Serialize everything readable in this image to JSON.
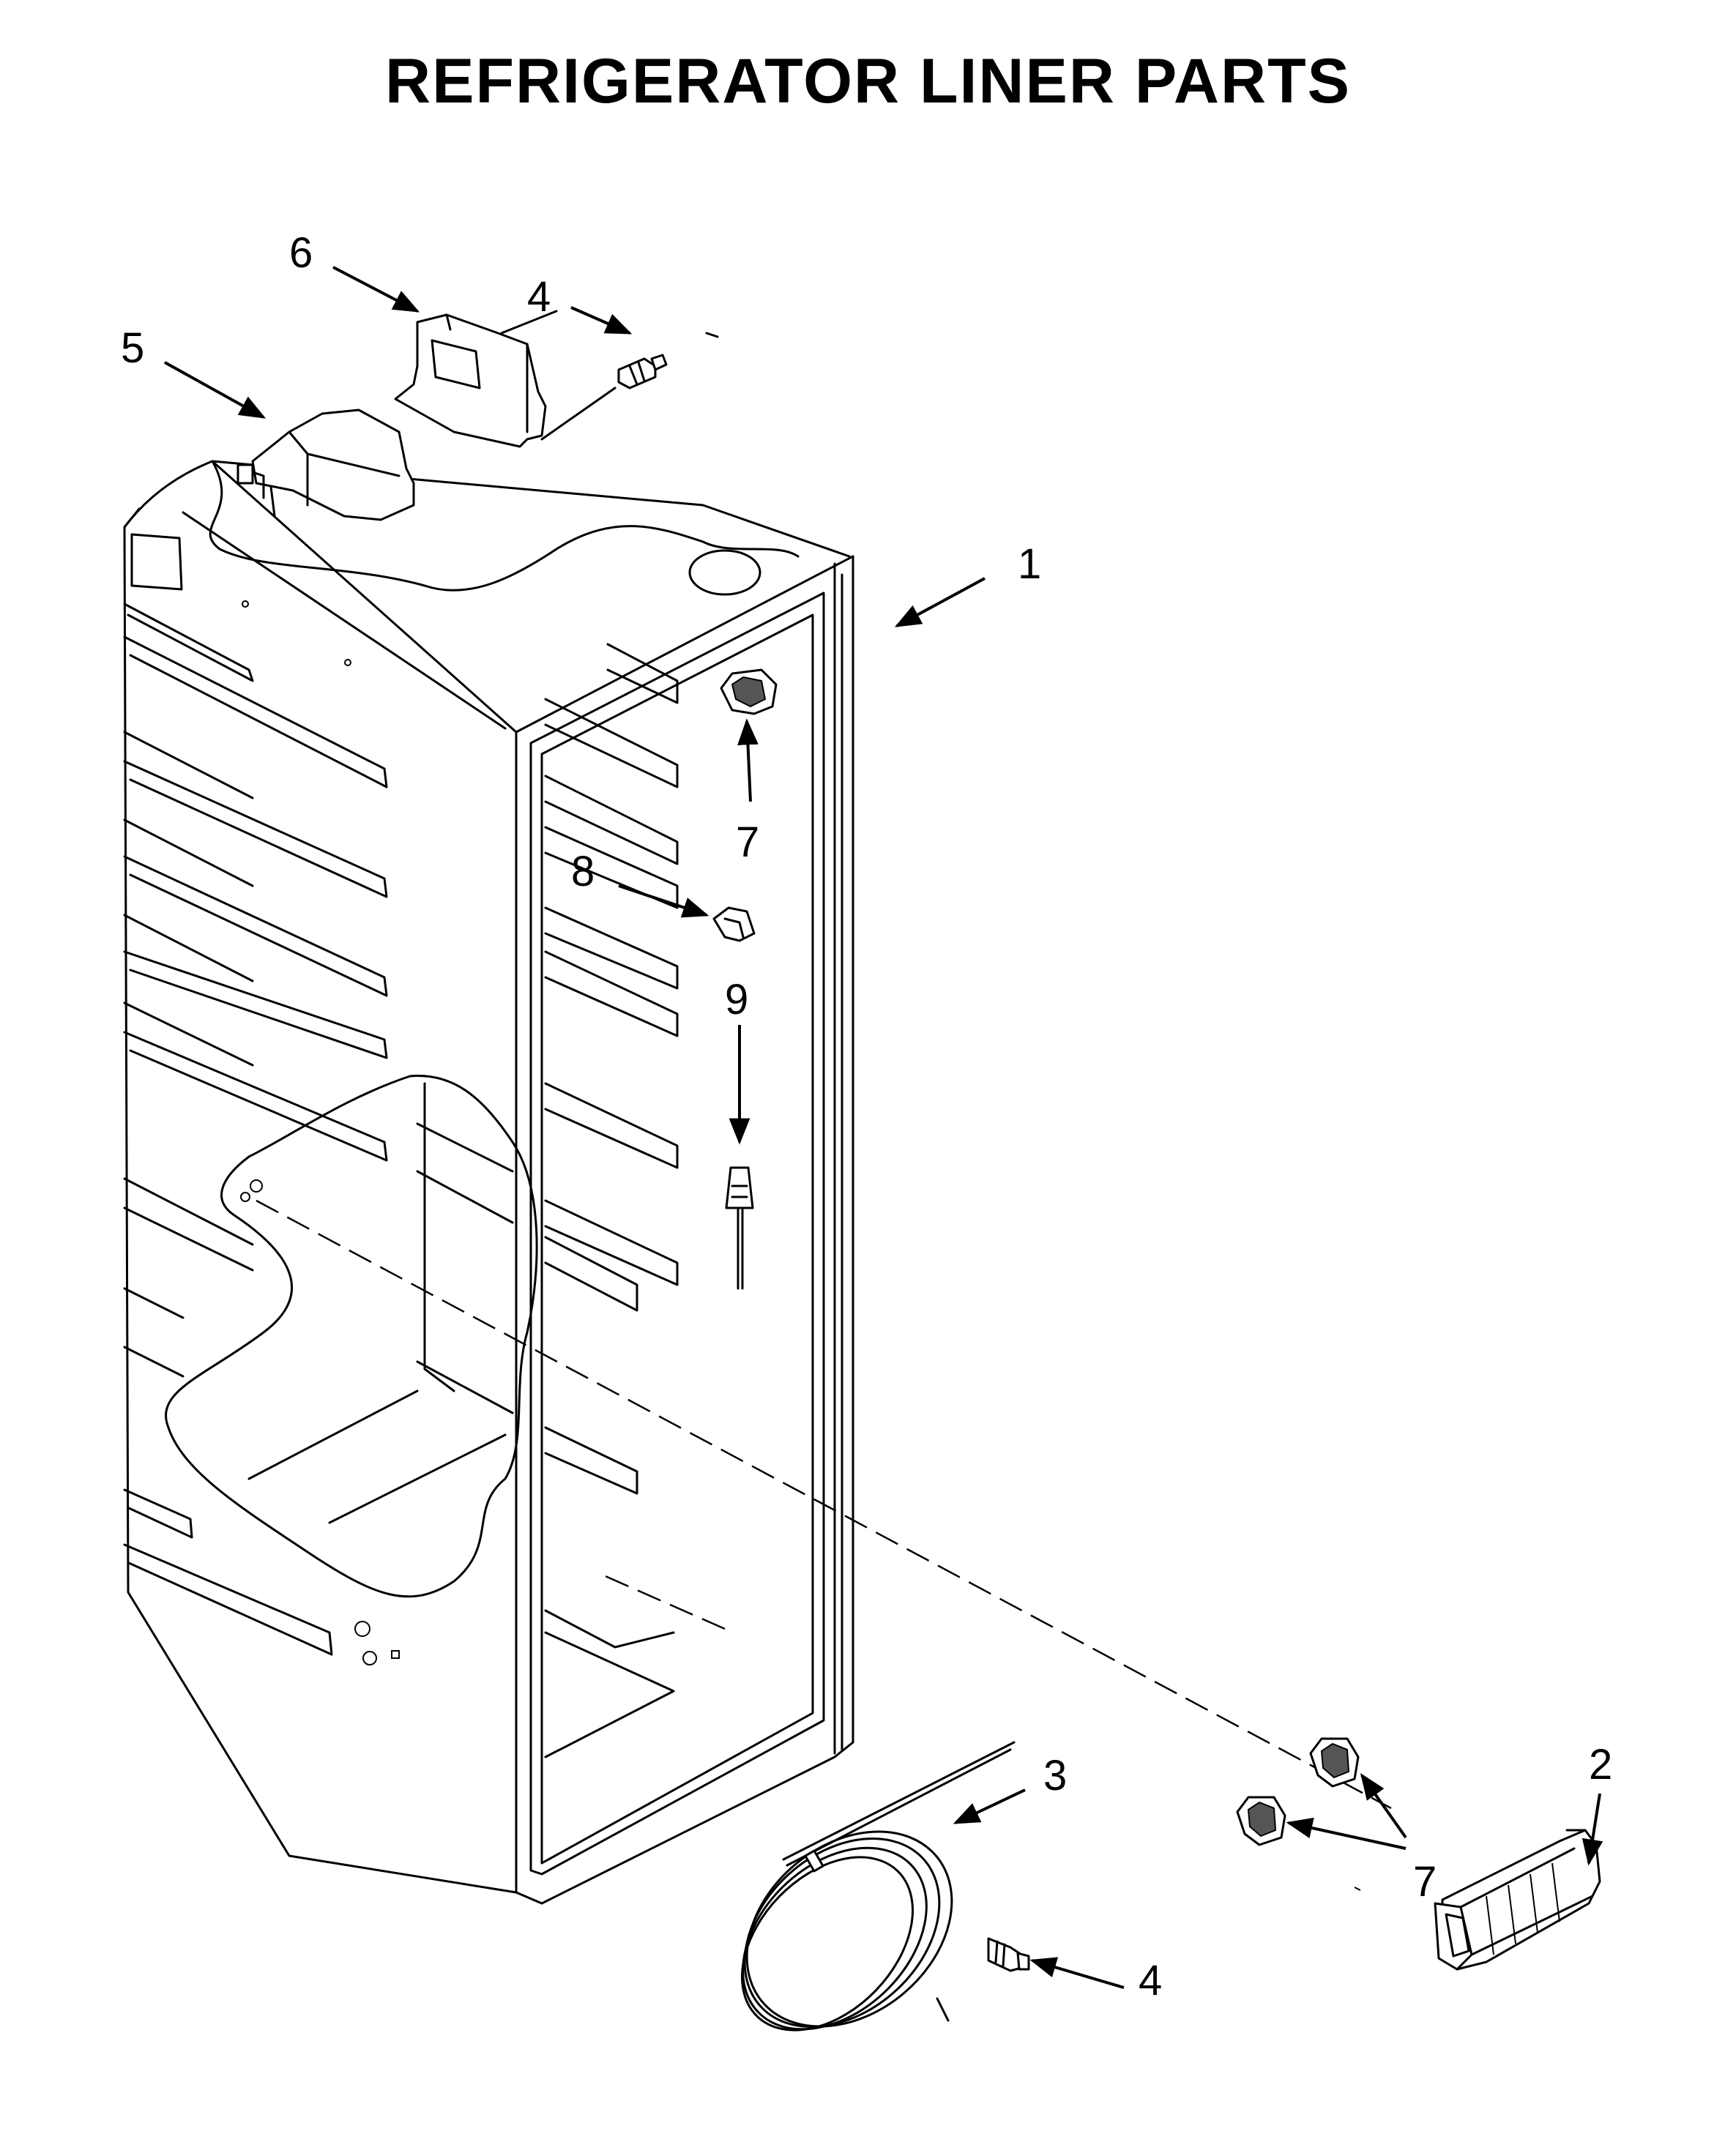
{
  "title": "REFRIGERATOR LINER PARTS",
  "callouts": [
    {
      "id": "c1",
      "label": "1"
    },
    {
      "id": "c2",
      "label": "2"
    },
    {
      "id": "c3",
      "label": "3"
    },
    {
      "id": "c4a",
      "label": "4"
    },
    {
      "id": "c4b",
      "label": "4"
    },
    {
      "id": "c5",
      "label": "5"
    },
    {
      "id": "c6",
      "label": "6"
    },
    {
      "id": "c7a",
      "label": "7"
    },
    {
      "id": "c7b",
      "label": "7"
    },
    {
      "id": "c8",
      "label": "8"
    },
    {
      "id": "c9",
      "label": "9"
    }
  ]
}
